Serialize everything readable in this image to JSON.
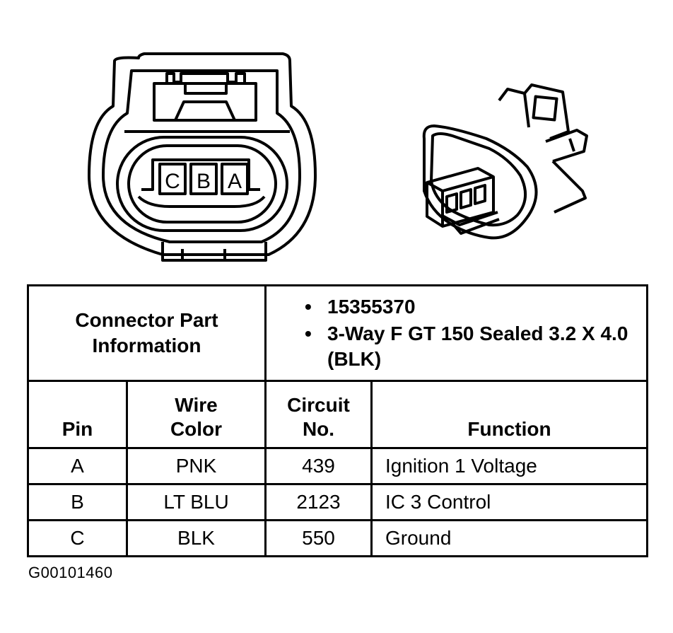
{
  "connector_face": {
    "cavity_labels": [
      "C",
      "B",
      "A"
    ]
  },
  "part_info": {
    "label_line1": "Connector Part",
    "label_line2": "Information",
    "items": [
      "15355370",
      "3-Way F GT 150 Sealed 3.2 X 4.0 (BLK)"
    ]
  },
  "table": {
    "headers": {
      "pin": "Pin",
      "wire_color_line1": "Wire",
      "wire_color_line2": "Color",
      "circuit_line1": "Circuit",
      "circuit_line2": "No.",
      "function": "Function"
    },
    "rows": [
      {
        "pin": "A",
        "wire_color": "PNK",
        "circuit": "439",
        "function": "Ignition 1 Voltage"
      },
      {
        "pin": "B",
        "wire_color": "LT BLU",
        "circuit": "2123",
        "function": "IC 3 Control"
      },
      {
        "pin": "C",
        "wire_color": "BLK",
        "circuit": "550",
        "function": "Ground"
      }
    ]
  },
  "figure_id": "G00101460"
}
